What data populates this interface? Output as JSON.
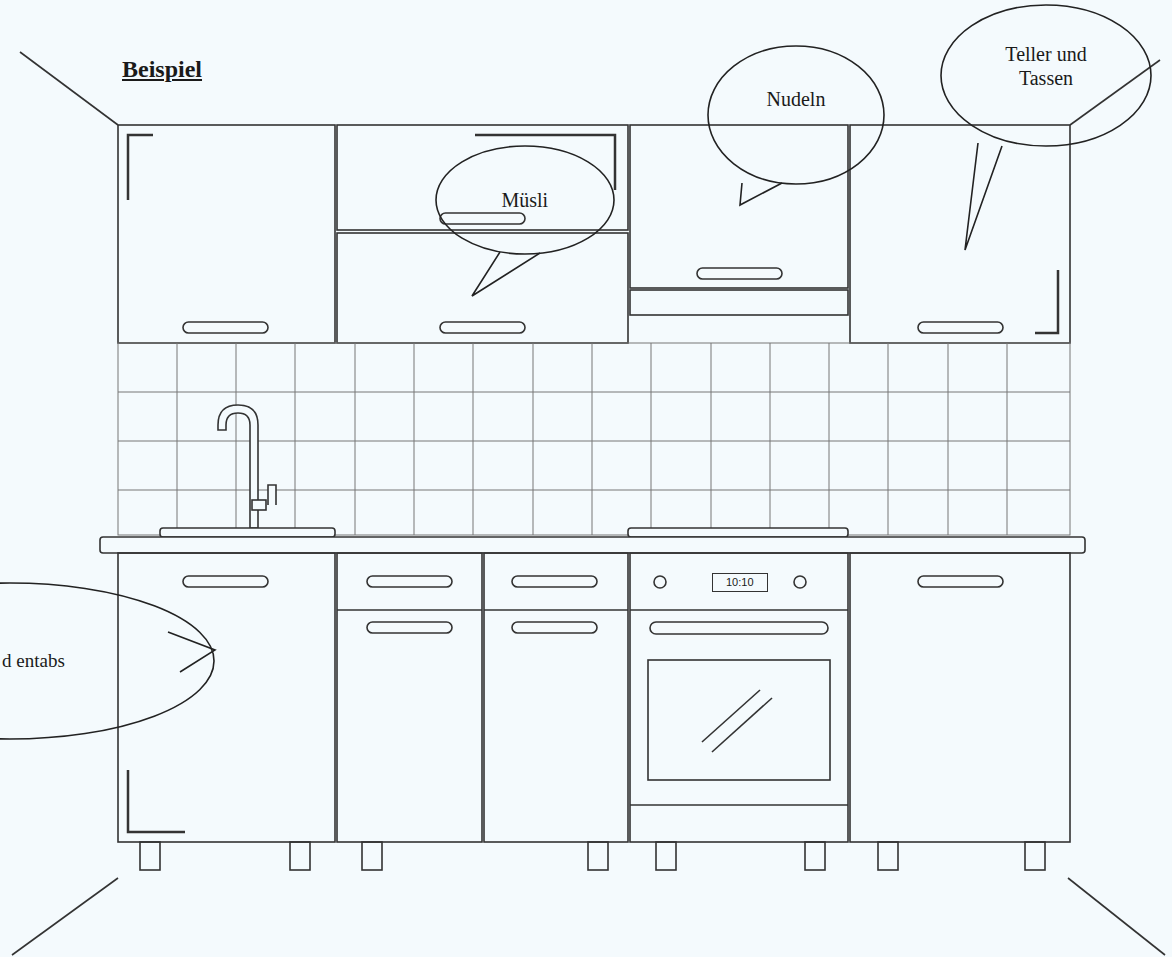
{
  "diagram": {
    "title": "Beispiel",
    "nodes": [
      {
        "text": [
          "Müsli"
        ]
      },
      {
        "text": [
          "Nudeln"
        ]
      },
      {
        "text": [
          "Teller und Tassen"
        ]
      },
      {
        "text": [
          "d entabs"
        ]
      },
      {
        "text": [
          "10:10"
        ]
      }
    ]
  }
}
